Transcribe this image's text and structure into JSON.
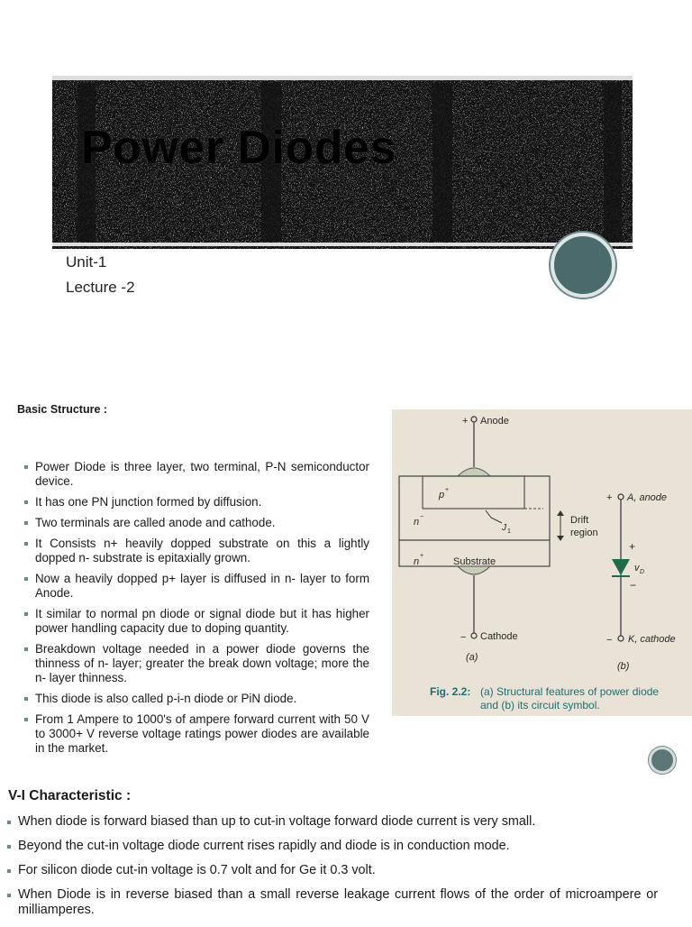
{
  "slide1": {
    "title": "Power Diodes",
    "unit": "Unit-1",
    "lecture": "Lecture -2"
  },
  "slide2": {
    "heading": "Basic Structure :",
    "bullets": [
      "Power Diode is three layer, two terminal, P-N semiconductor device.",
      "It has one PN junction formed by diffusion.",
      "Two terminals are called anode and cathode.",
      "It Consists n+ heavily dopped substrate on this a lightly dopped n- substrate is epitaxially grown.",
      "Now a heavily dopped p+ layer is diffused in n- layer to form Anode.",
      "It similar to normal pn diode or signal diode but it has higher power handling capacity due to doping quantity.",
      "Breakdown voltage needed in a power diode governs the thinness of n- layer; greater the break down voltage; more the n- layer thinness.",
      "This diode is also called p-i-n diode or PiN diode.",
      "From 1 Ampere to 1000's of ampere forward current with 50 V to 3000+ V reverse voltage ratings power diodes are available in the market."
    ],
    "figure": {
      "anode": "Anode",
      "p_plus": "p",
      "n_minus": "n",
      "junction": "J",
      "drift1": "Drift",
      "drift2": "region",
      "n_plus": "n",
      "substrate": "Substrate",
      "cathode": "Cathode",
      "label_a": "(a)",
      "sym_anode": "A, anode",
      "plus": "+",
      "vd": "v",
      "minus": "−",
      "sym_cathode": "K, cathode",
      "label_b": "(b)",
      "caption_fig": "Fig. 2.2:",
      "caption_line1": "(a) Structural features of power diode",
      "caption_line2": "and (b) its circuit symbol."
    }
  },
  "slide3": {
    "heading": "V-I Characteristic :",
    "bullets": [
      "When diode is forward biased than up to cut-in voltage forward diode current is very small.",
      "Beyond the cut-in voltage diode current rises rapidly and diode is in conduction mode.",
      "For silicon diode cut-in voltage is 0.7 volt and for Ge it 0.3 volt.",
      "When Diode is in reverse biased than a small reverse leakage current flows of the order of microampere or milliamperes."
    ]
  },
  "colors": {
    "accent": "#4b6a6c",
    "figure_bg": "#e9e2d6",
    "caption": "#1f6d73"
  }
}
